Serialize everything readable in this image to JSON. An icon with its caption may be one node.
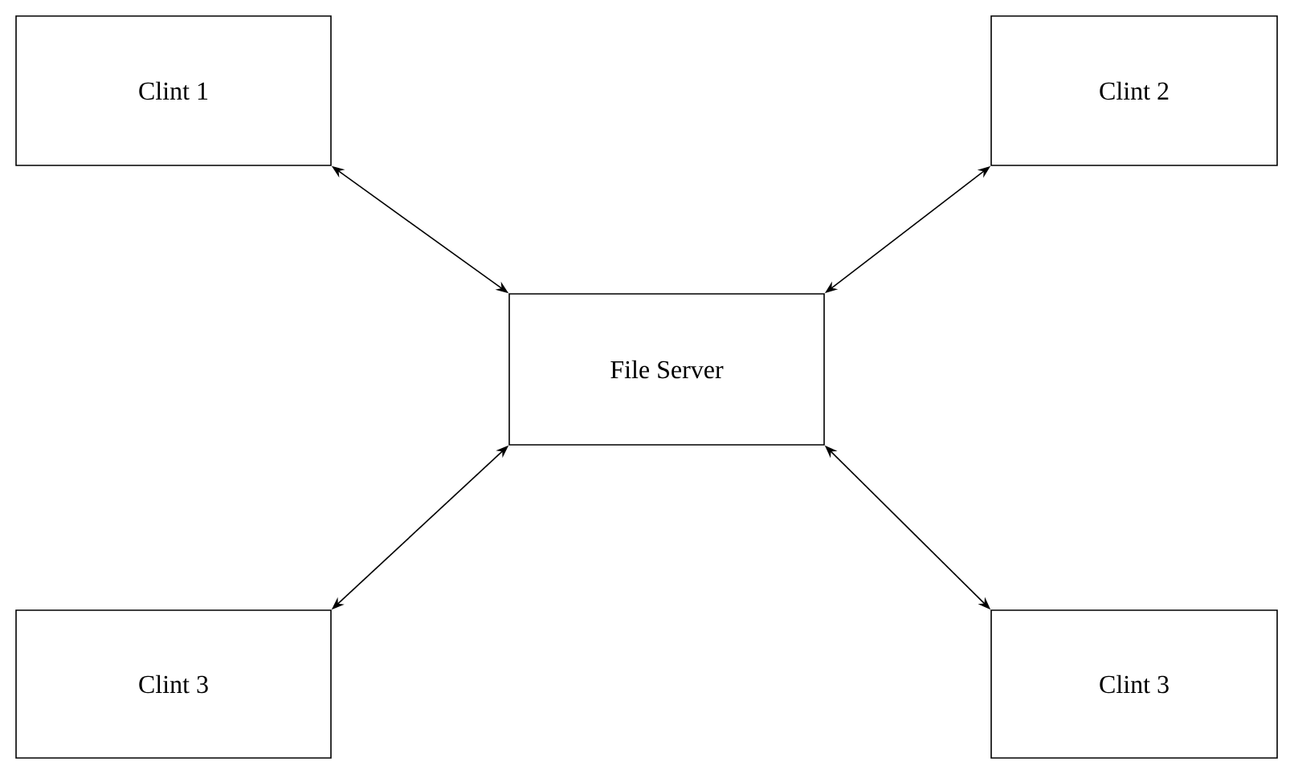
{
  "diagram": {
    "nodes": [
      {
        "text": [
          "Clint 1"
        ]
      },
      {
        "text": [
          "Clint 2"
        ]
      },
      {
        "text": [
          "File Server"
        ]
      },
      {
        "text": [
          "Clint 3"
        ]
      },
      {
        "text": [
          "Clint 3"
        ]
      }
    ],
    "edges": [
      {
        "from": 0,
        "to": 2,
        "arrow": "both"
      },
      {
        "from": 1,
        "to": 2,
        "arrow": "both"
      },
      {
        "from": 2,
        "to": 3,
        "arrow": "both"
      },
      {
        "from": 2,
        "to": 4,
        "arrow": "both"
      }
    ]
  }
}
